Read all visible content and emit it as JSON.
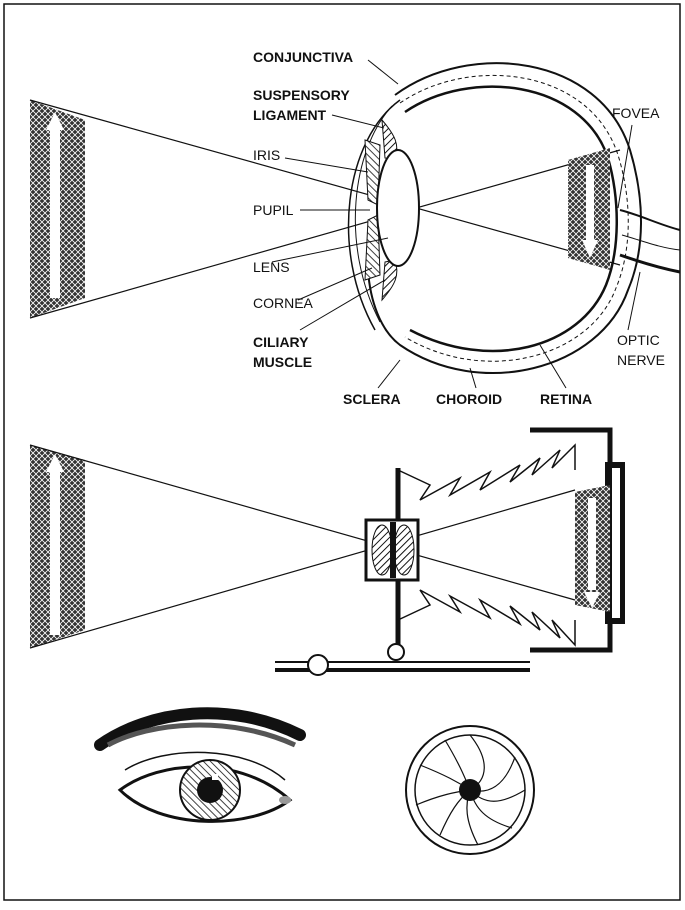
{
  "eye_labels": {
    "conjunctiva": "CONJUNCTIVA",
    "suspensory_1": "SUSPENSORY",
    "suspensory_2": "LIGAMENT",
    "iris": "IRIS",
    "pupil": "PUPIL",
    "lens": "LENS",
    "cornea": "CORNEA",
    "ciliary_1": "CILIARY",
    "ciliary_2": "MUSCLE",
    "sclera": "SCLERA",
    "choroid": "CHOROID",
    "retina": "RETINA",
    "fovea": "FOVEA",
    "optic_1": "OPTIC",
    "optic_2": "NERVE"
  },
  "colors": {
    "ink": "#111111",
    "paper": "#ffffff"
  }
}
